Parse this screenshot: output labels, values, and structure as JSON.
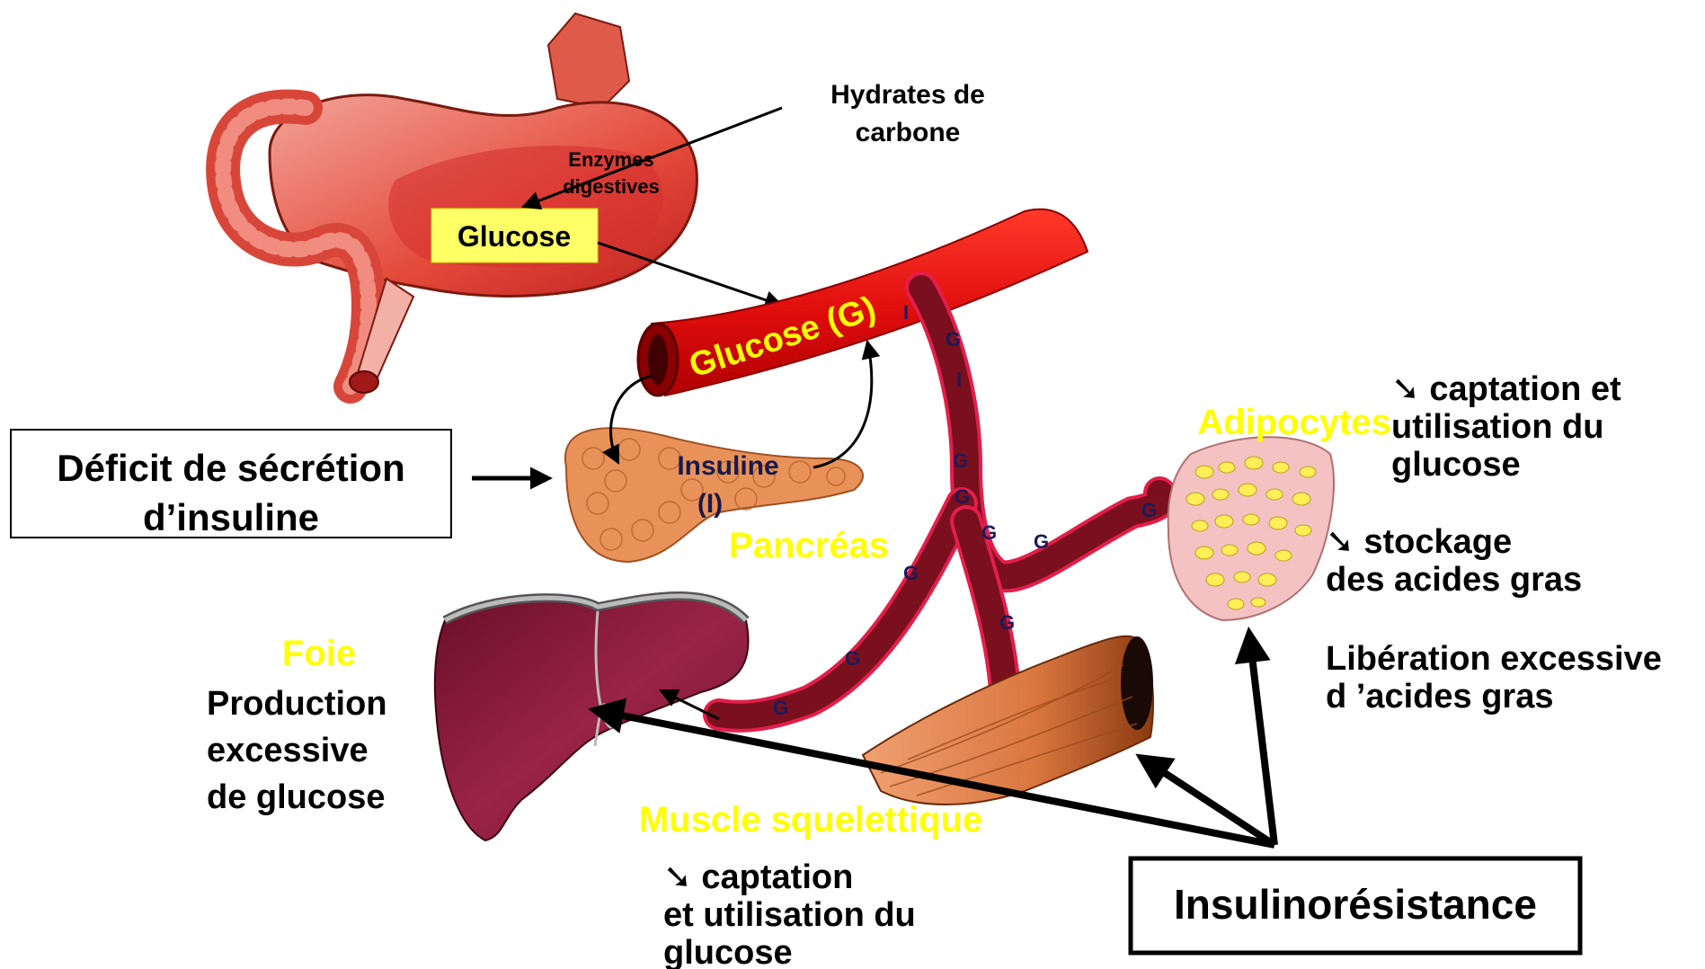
{
  "organs": {
    "stomach_intestine": {
      "enzymes_line1": "Enzymes",
      "enzymes_line2": "digestives",
      "glucose_box": "Glucose"
    },
    "carbs_line1": "Hydrates de",
    "carbs_line2": "carbone",
    "vessel_label": "Glucose (G)",
    "vessel_marker_g": "G",
    "vessel_marker_i": "I",
    "pancreas": {
      "name": "Pancréas",
      "insulin_line1": "Insuline",
      "insulin_line2": "(I)"
    },
    "deficit": {
      "line1": "Déficit de sécrétion",
      "line2": "d’insuline"
    },
    "liver": {
      "name": "Foie",
      "line1": "Production",
      "line2": "excessive",
      "line3": "de glucose"
    },
    "muscle": {
      "name": "Muscle squelettique",
      "line1": "➘ captation",
      "line2": "et utilisation du",
      "line3": "glucose"
    },
    "adipocyte": {
      "name": "Adipocytes",
      "captation_line1": "➘ captation et",
      "captation_line2": "utilisation du",
      "captation_line3": "glucose",
      "stockage_line1": "➘ stockage",
      "stockage_line2": "des acides gras",
      "liberation_line1": "Libération excessive",
      "liberation_line2": "d ’acides gras"
    },
    "resistance": {
      "label": "Insulinorésistance"
    }
  },
  "colors": {
    "label_yellow": "#ffff00",
    "glucose_box_fill": "#ffff66",
    "vessel_red": "#ee1111",
    "vein_dark": "#7a0f1e",
    "liver": "#8b1a3a",
    "pancreas": "#e8925a",
    "muscle": "#d9763f",
    "fat_fill": "#ffee55"
  }
}
